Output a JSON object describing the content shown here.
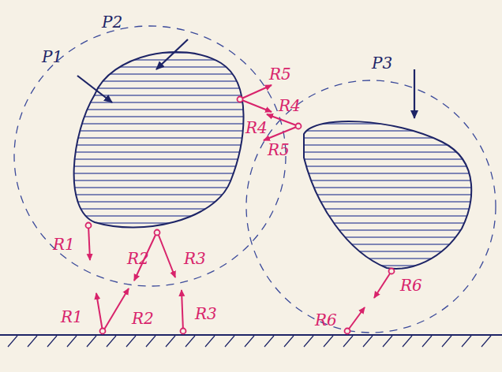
{
  "diagram": {
    "labels": [
      "P1",
      "P2",
      "P3",
      "R1",
      "R1",
      "R2",
      "R2",
      "R3",
      "R3",
      "R5",
      "R4",
      "R4",
      "R5",
      "R6",
      "R6"
    ]
  }
}
